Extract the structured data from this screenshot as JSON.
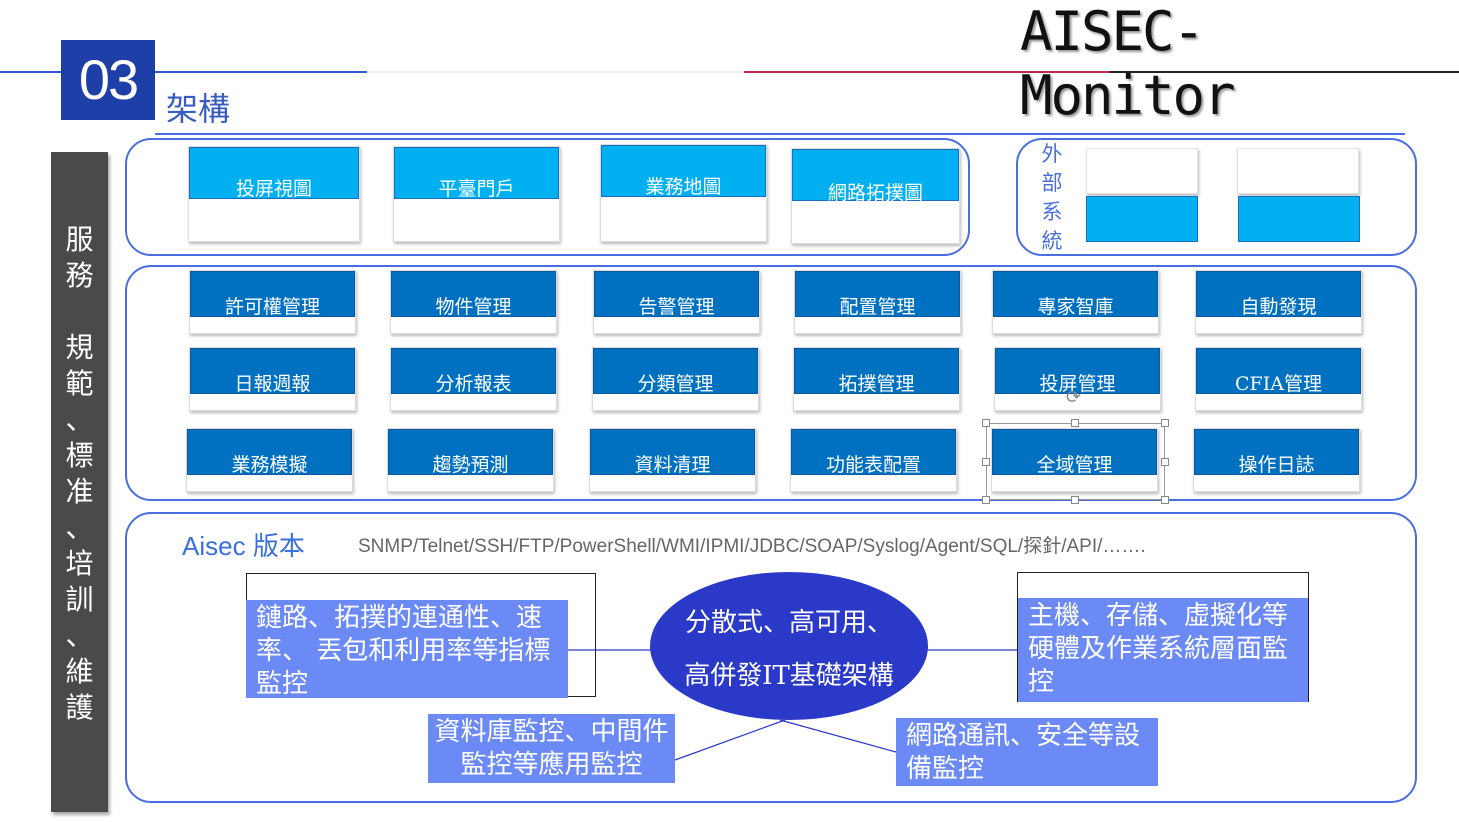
{
  "header": {
    "badge_number": "03",
    "section_title": "架構",
    "product_title_line1": "AISEC-",
    "product_title_line2": "Monitor"
  },
  "side_bar": {
    "text": "服務 規範、標准、培訓、維護"
  },
  "top_row": {
    "tiles": [
      {
        "label": "投屏視圖"
      },
      {
        "label": "平臺門戶"
      },
      {
        "label": "業務地圖"
      },
      {
        "label": "網路拓撲圖"
      }
    ],
    "external_systems_label": "外部系統"
  },
  "modules": {
    "row1": [
      "許可權管理",
      "物件管理",
      "告警管理",
      "配置管理",
      "專家智庫",
      "自動發現"
    ],
    "row2": [
      "日報週報",
      "分析報表",
      "分類管理",
      "拓撲管理",
      "投屏管理",
      "CFIA管理"
    ],
    "row3": [
      "業務模擬",
      "趨勢預測",
      "資料清理",
      "功能表配置",
      "全域管理",
      "操作日誌"
    ]
  },
  "foundation": {
    "aisec_label_latin": "Aisec",
    "aisec_label_cjk": "版本",
    "protocols": "SNMP/Telnet/SSH/FTP/PowerShell/WMI/IPMI/JDBC/SOAP/Syslog/Agent/SQL/探針/API/…….",
    "center_line1": "分散式、高可用、",
    "center_line2": "高併發IT基礎架構",
    "network_link_monitoring": "鏈路、拓撲的連通性、速率、 丟包和利用率等指標監控",
    "host_monitoring": "主機、存儲、虛擬化等硬體及作業系統層面監控",
    "database_monitoring": "資料庫監控、中間件監控等應用監控",
    "device_monitoring": "網路通訊、安全等設備監控"
  },
  "colors": {
    "badge": "#1e3fa8",
    "accent_line": "#4a6ee0",
    "red_line": "#c0284a",
    "tile_head": "#00b0f0",
    "module_head": "#0070c0",
    "monitor_box": "#6b8af5",
    "ellipse": "#2b39c8"
  }
}
